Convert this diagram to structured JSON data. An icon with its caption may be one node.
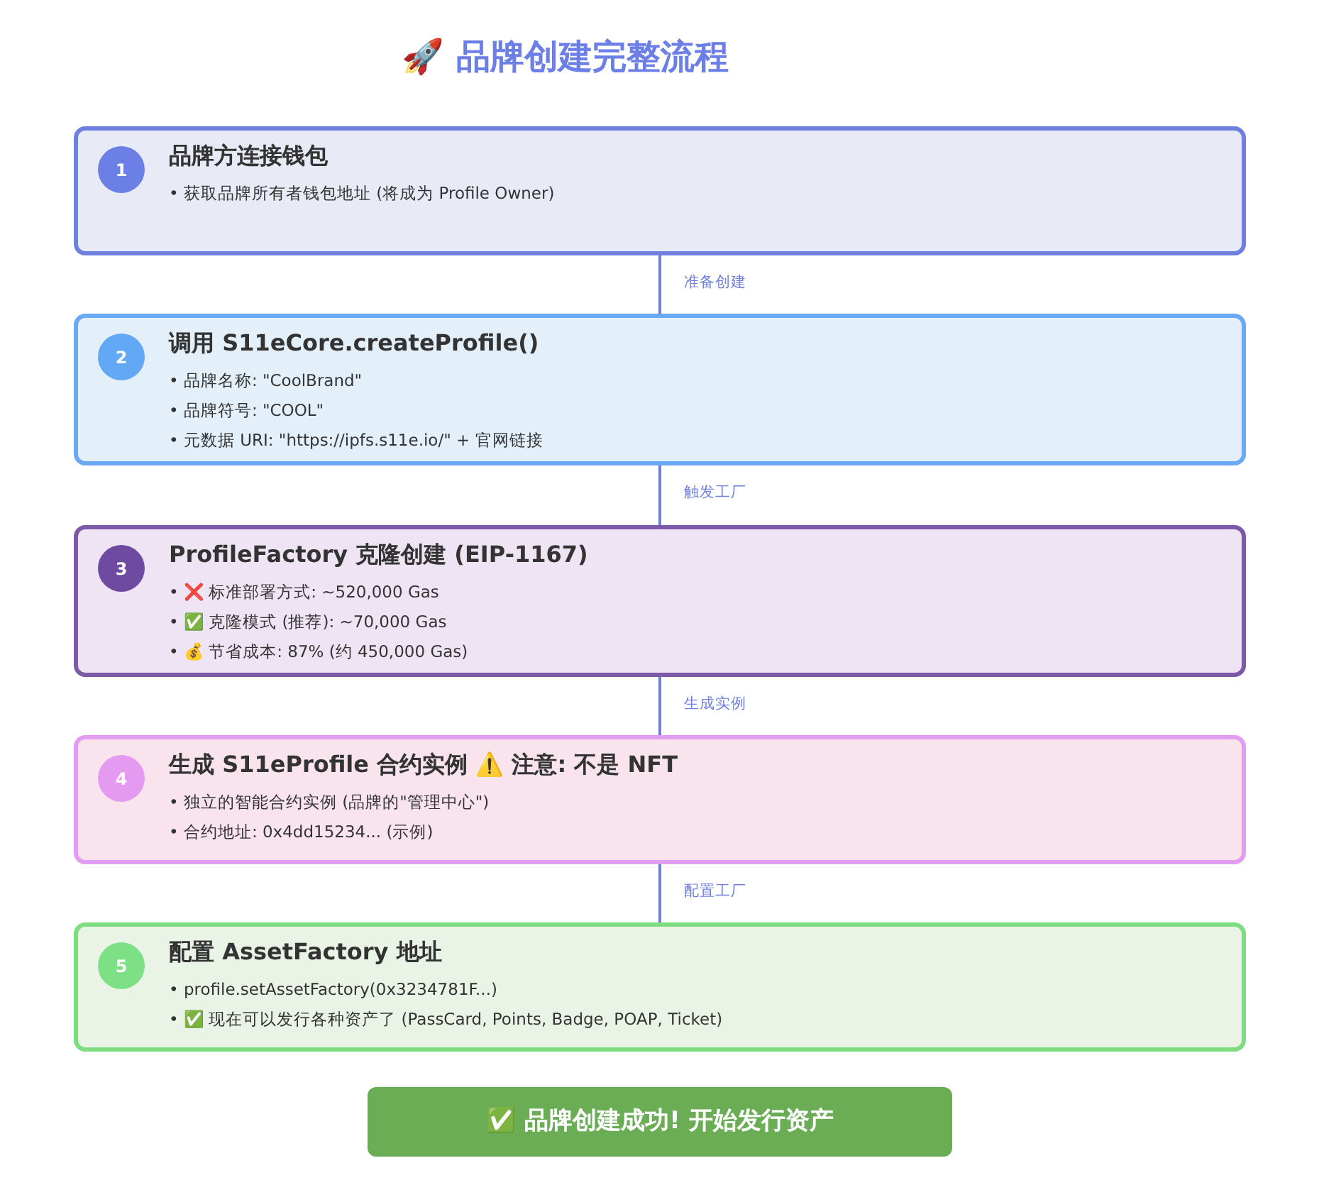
{
  "diagram": {
    "title": "🚀 品牌创建完整流程",
    "nodes": [
      {
        "text": [
          "品牌方连接钱包",
          "• 获取品牌所有者钱包地址 (将成为 Profile Owner)"
        ]
      },
      {
        "text": [
          "1"
        ],
        "in": 0
      },
      {
        "text": [
          "调用 S11eCore.createProfile()",
          "• 品牌名称: \"CoolBrand\"",
          "• 品牌符号: \"COOL\"",
          "• 元数据 URI: \"https://ipfs.s11e.io/\" + 官网链接"
        ]
      },
      {
        "text": [
          "2"
        ],
        "in": 2
      },
      {
        "text": [
          "ProfileFactory 克隆创建 (EIP-1167)",
          "• ❌ 标准部署方式: ~520,000 Gas",
          "• ✅ 克隆模式 (推荐): ~70,000 Gas",
          "• 💰 节省成本: 87% (约 450,000 Gas)"
        ]
      },
      {
        "text": [
          "3"
        ],
        "in": 4
      },
      {
        "text": [
          "生成 S11eProfile 合约实例 ⚠️ 注意: 不是 NFT",
          "• 独立的智能合约实例 (品牌的\"管理中心\")",
          "• 合约地址: 0x4dd15234... (示例)"
        ]
      },
      {
        "text": [
          "4"
        ],
        "in": 6
      },
      {
        "text": [
          "配置 AssetFactory 地址",
          "• profile.setAssetFactory(0x3234781F...)",
          "• ✅ 现在可以发行各种资产了 (PassCard, Points, Badge, POAP, Ticket)"
        ]
      },
      {
        "text": [
          "5"
        ],
        "in": 8
      },
      {
        "text": [
          "✅ 品牌创建成功! 开始发行资产"
        ]
      }
    ],
    "edges": [
      {
        "from": 0,
        "to": 2,
        "arrow": "none",
        "label": "准备创建"
      },
      {
        "from": 2,
        "to": 4,
        "arrow": "none",
        "label": "触发工厂"
      },
      {
        "from": 4,
        "to": 6,
        "arrow": "none",
        "label": "生成实例"
      },
      {
        "from": 6,
        "to": 8,
        "arrow": "none",
        "label": "配置工厂"
      }
    ]
  }
}
